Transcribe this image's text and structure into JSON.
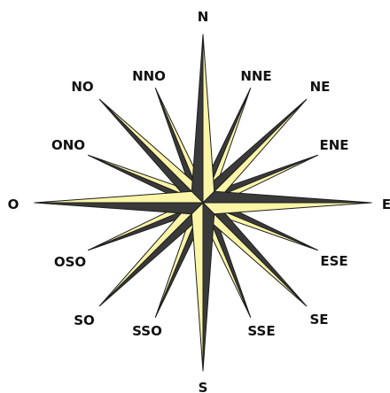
{
  "colors": {
    "background": "#ffffff",
    "light": "#fbf5a8",
    "dark": "#3a3a3a",
    "stroke": "#1e1e1e",
    "text": "#111111"
  },
  "directions": [
    {
      "label": "N"
    },
    {
      "label": "NNE"
    },
    {
      "label": "NE"
    },
    {
      "label": "ENE"
    },
    {
      "label": "E"
    },
    {
      "label": "ESE"
    },
    {
      "label": "SE"
    },
    {
      "label": "SSE"
    },
    {
      "label": "S"
    },
    {
      "label": "SSO"
    },
    {
      "label": "SO"
    },
    {
      "label": "OSO"
    },
    {
      "label": "O"
    },
    {
      "label": "ONO"
    },
    {
      "label": "NO"
    },
    {
      "label": "NNO"
    }
  ]
}
